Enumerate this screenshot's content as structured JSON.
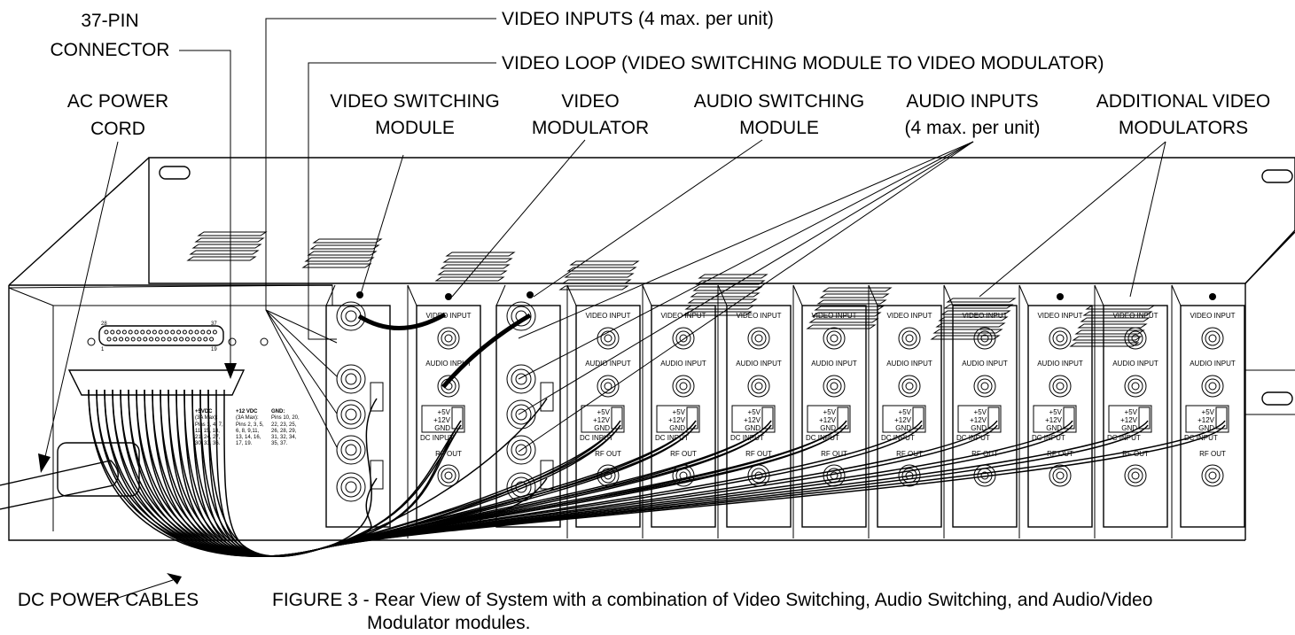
{
  "callouts": {
    "pin_connector_line1": "37-PIN",
    "pin_connector_line2": "CONNECTOR",
    "ac_power_line1": "AC POWER",
    "ac_power_line2": "CORD",
    "video_inputs": "VIDEO INPUTS (4 max. per unit)",
    "video_loop": "VIDEO LOOP (VIDEO SWITCHING MODULE TO VIDEO MODULATOR)",
    "video_switching_line1": "VIDEO SWITCHING",
    "video_switching_line2": "MODULE",
    "video_modulator_line1": "VIDEO",
    "video_modulator_line2": "MODULATOR",
    "audio_switching_line1": "AUDIO SWITCHING",
    "audio_switching_line2": "MODULE",
    "audio_inputs_line1": "AUDIO INPUTS",
    "audio_inputs_line2": "(4 max. per unit)",
    "additional_line1": "ADDITIONAL VIDEO",
    "additional_line2": "MODULATORS",
    "dc_power_cables": "DC POWER CABLES"
  },
  "caption": {
    "line1": "FIGURE 3 - Rear View of System with a combination of Video  Switching, Audio Switching, and Audio/Video",
    "line2": "Modulator modules."
  },
  "module_labels": {
    "video_input": "VIDEO INPUT",
    "audio_input": "AUDIO INPUT",
    "plus5v": "+5V",
    "plus12v": "+12V",
    "gnd": "GND",
    "dc_input": "DC INPUT",
    "rf_out": "RF OUT"
  },
  "connector": {
    "pin_28": "28",
    "pin_37": "37",
    "pin_1": "1",
    "pin_19": "19"
  },
  "pin_table": {
    "col1_head": "+5VDC",
    "col1_sub": "(3A Max):",
    "col1_rows": [
      "Pins 1, 4, 7,",
      "11, 15, 18,",
      "21, 24, 27,",
      "30, 33, 36."
    ],
    "col2_head": "+12 VDC",
    "col2_sub": "(3A Max):",
    "col2_rows": [
      "Pins 2, 3, 5,",
      "6, 8, 9,11,",
      "13, 14, 16,",
      "17, 19."
    ],
    "col3_head": "GND:",
    "col3_rows": [
      "Pins 10, 20,",
      "22, 23, 25,",
      "26, 28, 29,",
      "31, 32, 34,",
      "35, 37."
    ]
  }
}
